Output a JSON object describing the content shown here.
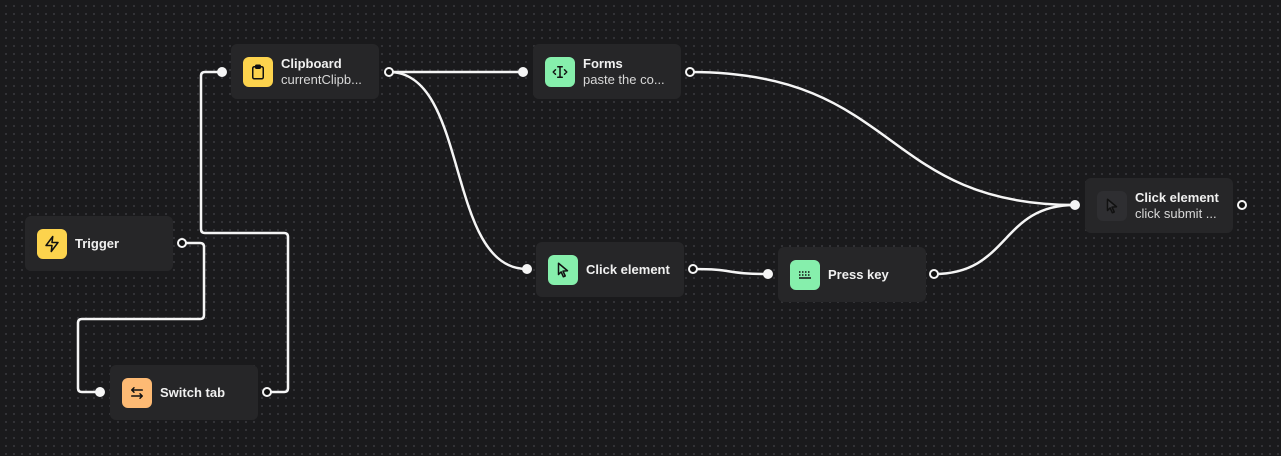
{
  "canvas": {
    "background": "#1a1a1c",
    "grid": "dots",
    "grid_spacing": 8
  },
  "colors": {
    "yellow": "#fcd34d",
    "green": "#86efac",
    "orange": "#fdba74",
    "gray": "#2e2e31",
    "edge": "#f5f5f5"
  },
  "nodes": [
    {
      "id": "trigger",
      "title": "Trigger",
      "subtitle": "",
      "icon": "lightning-icon",
      "color": "#fcd34d"
    },
    {
      "id": "clipboard",
      "title": "Clipboard",
      "subtitle": "currentClipb...",
      "icon": "clipboard-icon",
      "color": "#fcd34d"
    },
    {
      "id": "switch-tab",
      "title": "Switch tab",
      "subtitle": "",
      "icon": "swap-arrows-icon",
      "color": "#fdba74"
    },
    {
      "id": "forms",
      "title": "Forms",
      "subtitle": "paste the co...",
      "icon": "text-cursor-icon",
      "color": "#86efac"
    },
    {
      "id": "click-element-1",
      "title": "Click element",
      "subtitle": "",
      "icon": "cursor-icon",
      "color": "#86efac"
    },
    {
      "id": "press-key",
      "title": "Press key",
      "subtitle": "",
      "icon": "keyboard-icon",
      "color": "#86efac"
    },
    {
      "id": "click-element-2",
      "title": "Click element",
      "subtitle": "click submit ...",
      "icon": "cursor-icon",
      "color": "#2e2e31"
    }
  ],
  "edges": [
    {
      "from": "trigger",
      "to": "switch-tab"
    },
    {
      "from": "switch-tab",
      "to": "clipboard"
    },
    {
      "from": "clipboard",
      "to": "forms"
    },
    {
      "from": "clipboard",
      "to": "click-element-1"
    },
    {
      "from": "forms",
      "to": "click-element-2"
    },
    {
      "from": "click-element-1",
      "to": "press-key"
    },
    {
      "from": "press-key",
      "to": "click-element-2"
    }
  ]
}
